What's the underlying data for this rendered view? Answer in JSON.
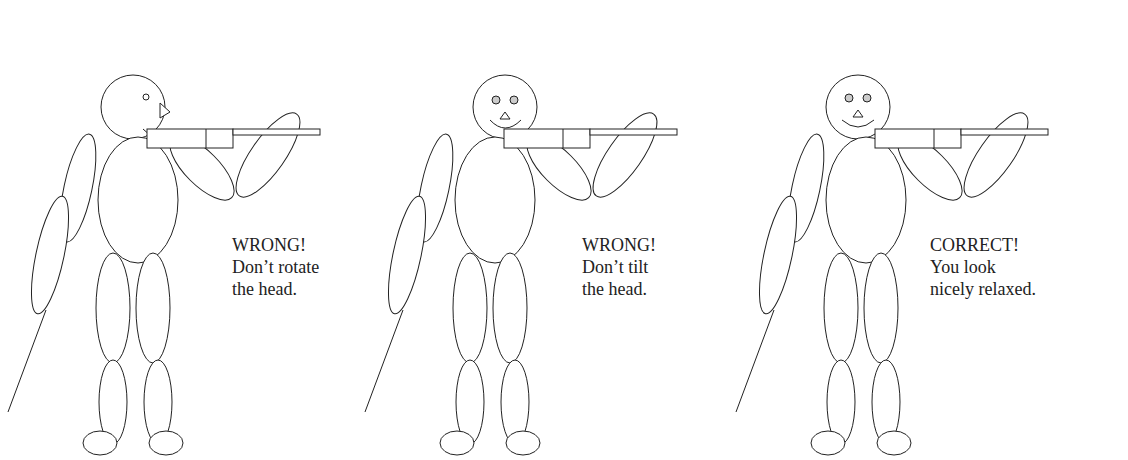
{
  "diagram": {
    "labels": [
      "WRONG!",
      "Don’t rotate the head.",
      "WRONG!",
      "Don’t tilt the head.",
      "CORRECT!",
      "You look nicely relaxed."
    ]
  }
}
